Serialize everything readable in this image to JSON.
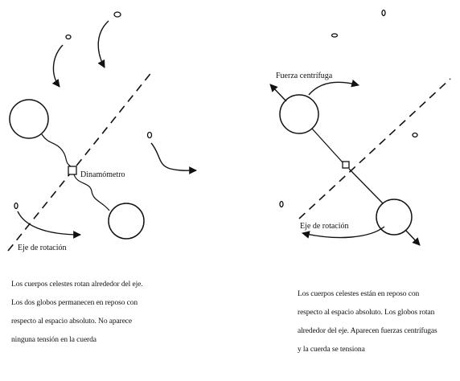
{
  "left_panel": {
    "dynamometer_label": "Dinamómetro",
    "axis_label": "Eje de rotación",
    "caption": [
      "Los cuerpos celestes rotan alrededor del eje.",
      "Los dos globos permanecen en reposo con",
      "respecto al espacio absoluto. No aparece",
      "ninguna tensión en la cuerda"
    ]
  },
  "right_panel": {
    "force_label": "Fuerza centrífuga",
    "axis_label": "Eje de rotación",
    "caption": [
      "Los cuerpos celestes están en reposo con",
      "respecto al espacio absoluto. Los globos rotan",
      "alrededor del eje. Aparecen fuerzas centrífugas",
      "y la cuerda se tensiona"
    ]
  }
}
